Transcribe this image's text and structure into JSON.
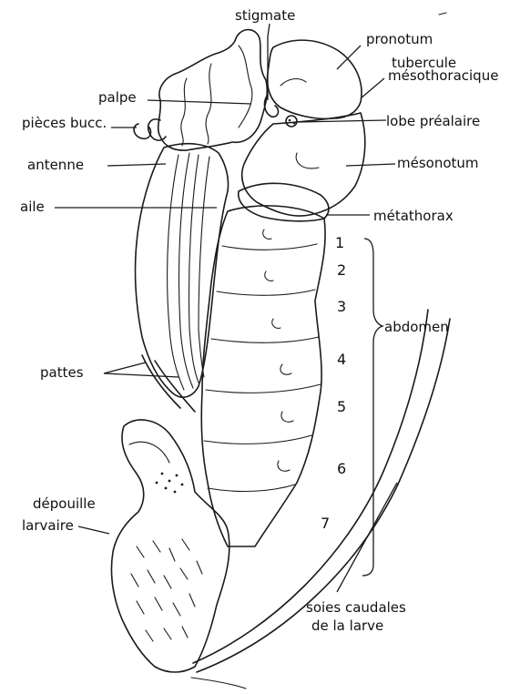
{
  "labels": {
    "stigmate": "stigmate",
    "pronotum": "pronotum",
    "tubercule_line1": "tubercule",
    "tubercule_line2": "mésothoracique",
    "palpe": "palpe",
    "pieces_bucc": "pièces bucc.",
    "lobe_prealaire": "lobe préalaire",
    "antenne": "antenne",
    "mesonotum": "mésonotum",
    "aile": "aile",
    "metathorax": "métathorax",
    "abdomen": "abdomen",
    "pattes": "pattes",
    "depouille_line1": "dépouille",
    "depouille_line2": "larvaire",
    "soies_line1": "soies caudales",
    "soies_line2": "de la larve"
  },
  "segments": [
    "1",
    "2",
    "3",
    "4",
    "5",
    "6",
    "7"
  ]
}
